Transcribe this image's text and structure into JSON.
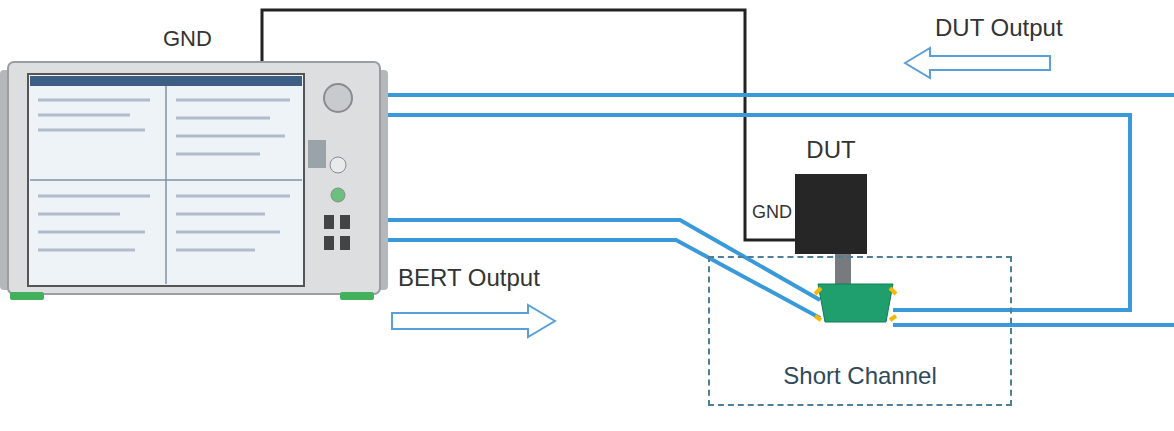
{
  "diagram": {
    "nodes": [
      {
        "text": [
          "DUT",
          "GND"
        ]
      },
      {
        "text": [
          "Short Channel"
        ]
      }
    ],
    "labels": [
      "GND",
      "DUT Output",
      "BERT Output"
    ]
  }
}
